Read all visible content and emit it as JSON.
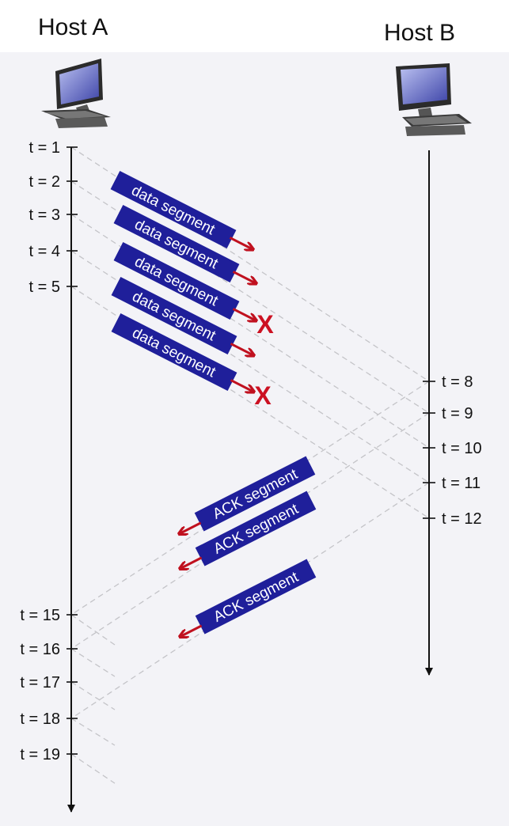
{
  "hosts": {
    "a_label": "Host A",
    "b_label": "Host B"
  },
  "timeline_a": [
    "t = 1",
    "t = 2",
    "t = 3",
    "t = 4",
    "t = 5",
    "t = 15",
    "t = 16",
    "t = 17",
    "t = 18",
    "t = 19"
  ],
  "timeline_b": [
    "t = 8",
    "t = 9",
    "t = 10",
    "t = 11",
    "t = 12"
  ],
  "data_segments": [
    {
      "label": "data segment",
      "lost": false
    },
    {
      "label": "data segment",
      "lost": false
    },
    {
      "label": "data segment",
      "lost": true
    },
    {
      "label": "data segment",
      "lost": false
    },
    {
      "label": "data segment",
      "lost": true
    }
  ],
  "ack_segments": [
    {
      "label": "ACK segment"
    },
    {
      "label": "ACK segment"
    },
    {
      "label": "ACK segment"
    }
  ],
  "loss_mark": "X",
  "colors": {
    "segment_fill": "#1f1f9a",
    "arrow": "#c0111f",
    "loss": "#cc1122",
    "timeline": "#111111",
    "dashed": "#c4c4c8",
    "panel": "#f3f3f7"
  }
}
